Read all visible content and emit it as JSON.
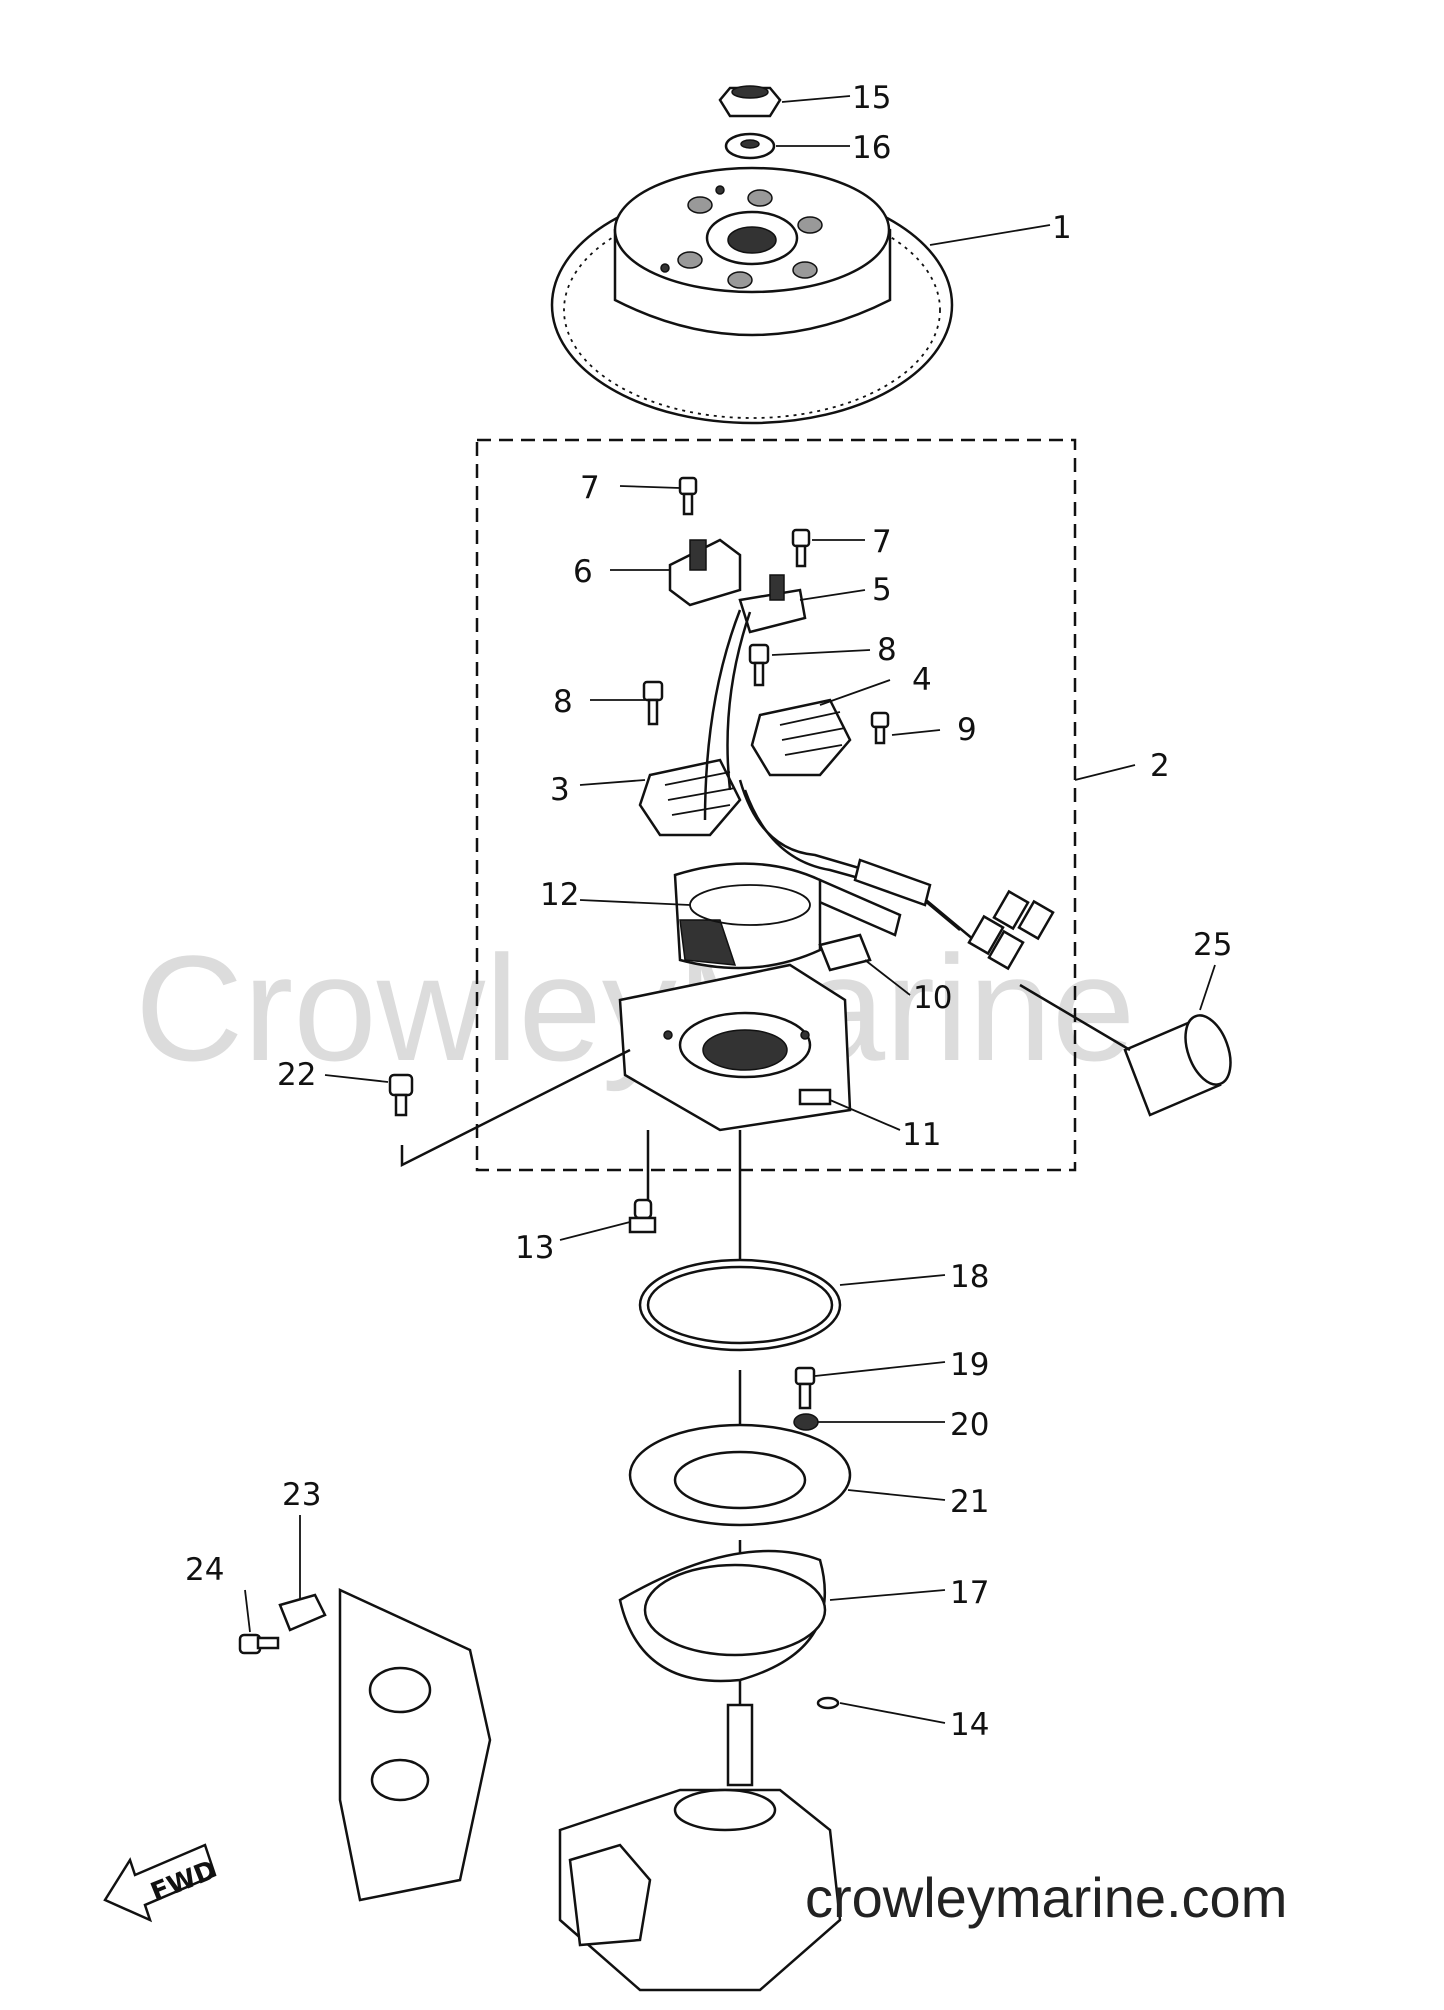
{
  "watermark": "CrowleyMarine",
  "footer_url": "crowleymarine.com",
  "fwd_label": "FWD",
  "part_labels": [
    {
      "id": "15",
      "text": "15"
    },
    {
      "id": "16",
      "text": "16"
    },
    {
      "id": "1",
      "text": "1"
    },
    {
      "id": "7a",
      "text": "7"
    },
    {
      "id": "7b",
      "text": "7"
    },
    {
      "id": "6",
      "text": "6"
    },
    {
      "id": "5",
      "text": "5"
    },
    {
      "id": "8a",
      "text": "8"
    },
    {
      "id": "8b",
      "text": "8"
    },
    {
      "id": "4",
      "text": "4"
    },
    {
      "id": "9",
      "text": "9"
    },
    {
      "id": "3",
      "text": "3"
    },
    {
      "id": "2",
      "text": "2"
    },
    {
      "id": "12",
      "text": "12"
    },
    {
      "id": "25",
      "text": "25"
    },
    {
      "id": "10",
      "text": "10"
    },
    {
      "id": "22",
      "text": "22"
    },
    {
      "id": "11",
      "text": "11"
    },
    {
      "id": "13",
      "text": "13"
    },
    {
      "id": "18",
      "text": "18"
    },
    {
      "id": "19",
      "text": "19"
    },
    {
      "id": "20",
      "text": "20"
    },
    {
      "id": "21",
      "text": "21"
    },
    {
      "id": "23",
      "text": "23"
    },
    {
      "id": "24",
      "text": "24"
    },
    {
      "id": "17",
      "text": "17"
    },
    {
      "id": "14",
      "text": "14"
    }
  ]
}
